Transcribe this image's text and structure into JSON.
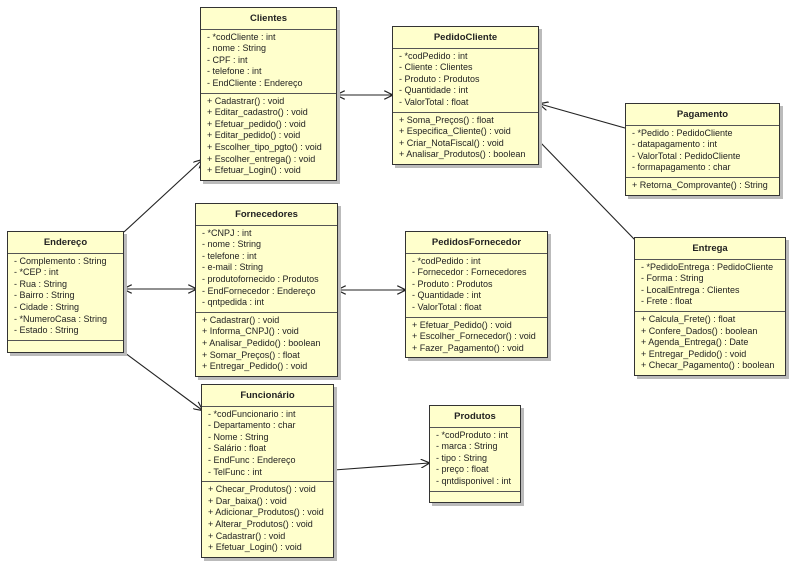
{
  "classes": {
    "clientes": {
      "name": "Clientes",
      "attributes": [
        "- *codCliente : int",
        "- nome : String",
        "- CPF : int",
        "- telefone : int",
        "- EndCliente : Endereço"
      ],
      "methods": [
        "+ Cadastrar() : void",
        "+ Editar_cadastro() : void",
        "+ Efetuar_pedido() : void",
        "+ Editar_pedido() : void",
        "+ Escolher_tipo_pgto() : void",
        "+ Escolher_entrega() : void",
        "+ Efetuar_Login() : void"
      ]
    },
    "pedido_cliente": {
      "name": "PedidoCliente",
      "attributes": [
        "- *codPedido : int",
        "- Cliente : Clientes",
        "- Produto : Produtos",
        "- Quantidade : int",
        "- ValorTotal : float"
      ],
      "methods": [
        "+ Soma_Preços() : float",
        "+ Especifica_Cliente() : void",
        "+ Criar_NotaFiscal() : void",
        "+ Analisar_Produtos() : boolean"
      ]
    },
    "pagamento": {
      "name": "Pagamento",
      "attributes": [
        "- *Pedido : PedidoCliente",
        "- datapagamento : int",
        "- ValorTotal : PedidoCliente",
        "- formapagamento : char"
      ],
      "methods": [
        "+ Retorna_Comprovante() : String"
      ]
    },
    "endereco": {
      "name": "Endereço",
      "attributes": [
        "- Complemento : String",
        "- *CEP : int",
        "- Rua : String",
        "- Bairro : String",
        "- Cidade : String",
        "- *NumeroCasa : String",
        "- Estado : String"
      ],
      "methods": []
    },
    "fornecedores": {
      "name": "Fornecedores",
      "attributes": [
        "- *CNPJ : int",
        "- nome : String",
        "- telefone : int",
        "- e-mail : String",
        "- produtofornecido : Produtos",
        "- EndFornecedor : Endereço",
        "- qntpedida : int"
      ],
      "methods": [
        "+ Cadastrar() : void",
        "+ Informa_CNPJ() : void",
        "+ Analisar_Pedido() : boolean",
        "+ Somar_Preços() : float",
        "+ Entregar_Pedido() : void"
      ]
    },
    "pedidos_fornecedor": {
      "name": "PedidosFornecedor",
      "attributes": [
        "- *codPedido : int",
        "- Fornecedor : Fornecedores",
        "- Produto : Produtos",
        "- Quantidade : int",
        "- ValorTotal : float"
      ],
      "methods": [
        "+ Efetuar_Pedido() : void",
        "+ Escolher_Fornecedor() : void",
        "+ Fazer_Pagamento() : void"
      ]
    },
    "entrega": {
      "name": "Entrega",
      "attributes": [
        "- *PedidoEntrega : PedidoCliente",
        "- Forma : String",
        "- LocalEntrega : Clientes",
        "- Frete : float"
      ],
      "methods": [
        "+ Calcula_Frete() : float",
        "+ Confere_Dados() : boolean",
        "+ Agenda_Entrega() : Date",
        "+ Entregar_Pedido() : void",
        "+ Checar_Pagamento() : boolean"
      ]
    },
    "funcionario": {
      "name": "Funcionário",
      "attributes": [
        "- *codFuncionario : int",
        "- Departamento : char",
        "- Nome : String",
        "- Salário : float",
        "- EndFunc : Endereço",
        "- TelFunc : int"
      ],
      "methods": [
        "+ Checar_Produtos() : void",
        "+ Dar_baixa() : void",
        "+ Adicionar_Produtos() : void",
        "+ Alterar_Produtos() : void",
        "+ Cadastrar() : void",
        "+ Efetuar_Login() : void"
      ]
    },
    "produtos": {
      "name": "Produtos",
      "attributes": [
        "- *codProduto : int",
        "- marca : String",
        "- tipo : String",
        "- preço : float",
        "- qntdisponivel : int"
      ],
      "methods": []
    }
  },
  "colors": {
    "class_fill": "#ffffcc",
    "border": "#333333",
    "line": "#222222",
    "shadow": "#bbbbbb"
  },
  "relations": [
    {
      "from": "endereco",
      "to": "clientes",
      "arrow": "end"
    },
    {
      "from": "endereco",
      "to": "fornecedores",
      "arrow": "both"
    },
    {
      "from": "endereco",
      "to": "funcionario",
      "arrow": "both"
    },
    {
      "from": "clientes",
      "to": "pedido_cliente",
      "arrow": "both"
    },
    {
      "from": "fornecedores",
      "to": "pedidos_fornecedor",
      "arrow": "both"
    },
    {
      "from": "pagamento",
      "to": "pedido_cliente",
      "arrow": "end"
    },
    {
      "from": "entrega",
      "to": "pedido_cliente",
      "arrow": "none"
    },
    {
      "from": "funcionario",
      "to": "produtos",
      "arrow": "end"
    }
  ]
}
